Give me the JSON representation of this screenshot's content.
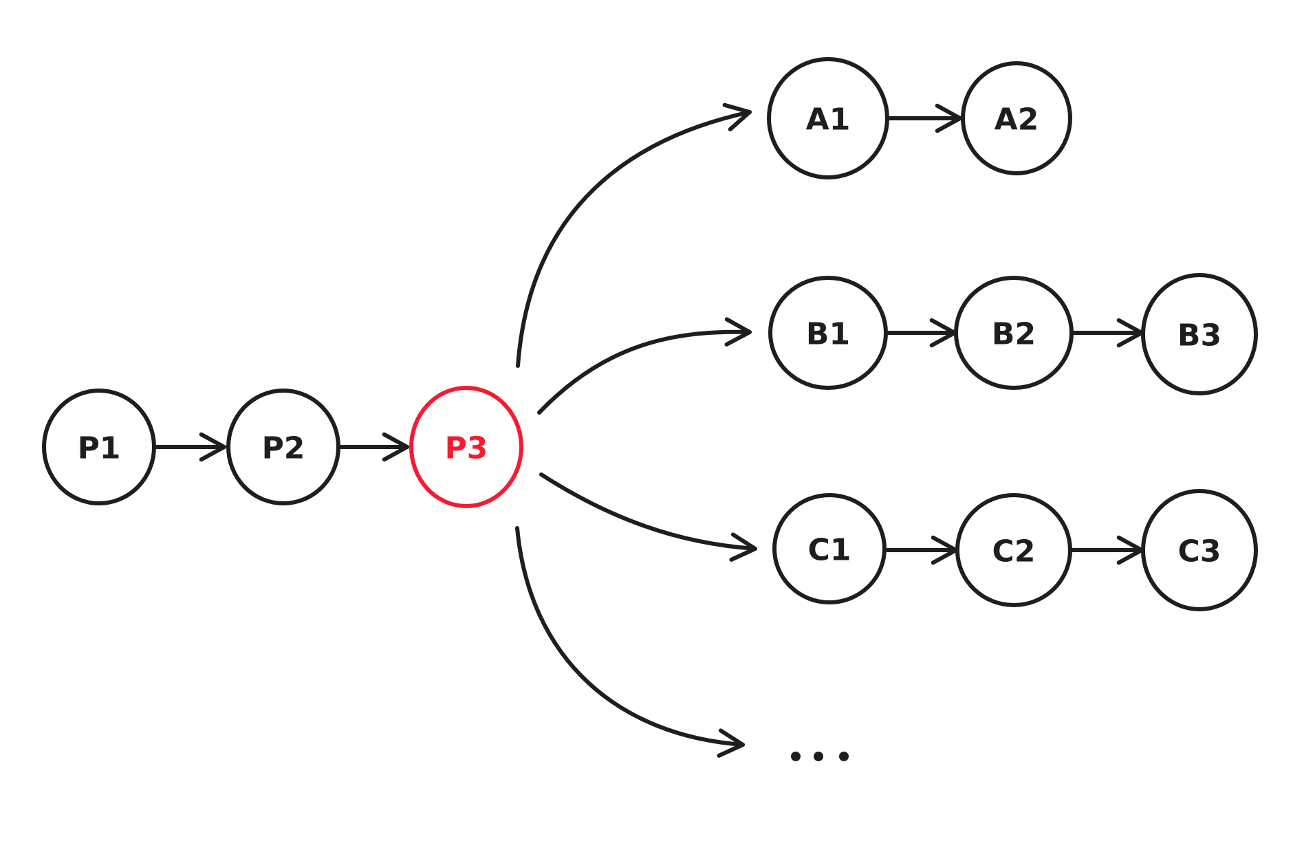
{
  "colors": {
    "ink": "#1e1e1e",
    "highlight": "#f21c33"
  },
  "nodes": [
    {
      "id": "P1",
      "label": "P1",
      "highlighted": false
    },
    {
      "id": "P2",
      "label": "P2",
      "highlighted": false
    },
    {
      "id": "P3",
      "label": "P3",
      "highlighted": true
    },
    {
      "id": "A1",
      "label": "A1",
      "highlighted": false
    },
    {
      "id": "A2",
      "label": "A2",
      "highlighted": false
    },
    {
      "id": "B1",
      "label": "B1",
      "highlighted": false
    },
    {
      "id": "B2",
      "label": "B2",
      "highlighted": false
    },
    {
      "id": "B3",
      "label": "B3",
      "highlighted": false
    },
    {
      "id": "C1",
      "label": "C1",
      "highlighted": false
    },
    {
      "id": "C2",
      "label": "C2",
      "highlighted": false
    },
    {
      "id": "C3",
      "label": "C3",
      "highlighted": false
    }
  ],
  "edges": [
    {
      "from": "P1",
      "to": "P2"
    },
    {
      "from": "P2",
      "to": "P3"
    },
    {
      "from": "P3",
      "to": "A1"
    },
    {
      "from": "P3",
      "to": "B1"
    },
    {
      "from": "P3",
      "to": "C1"
    },
    {
      "from": "P3",
      "to": "more"
    },
    {
      "from": "A1",
      "to": "A2"
    },
    {
      "from": "B1",
      "to": "B2"
    },
    {
      "from": "B2",
      "to": "B3"
    },
    {
      "from": "C1",
      "to": "C2"
    },
    {
      "from": "C2",
      "to": "C3"
    }
  ],
  "more_branches": "..."
}
